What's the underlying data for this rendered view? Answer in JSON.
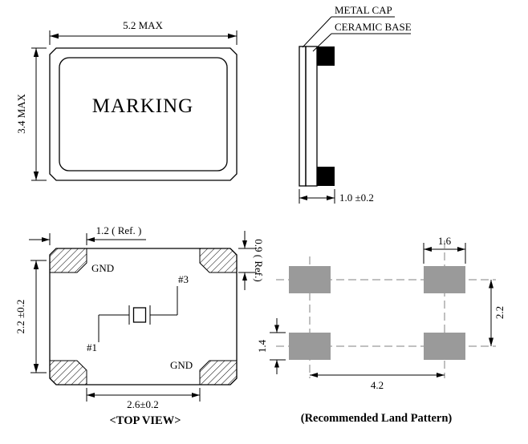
{
  "front_view": {
    "marking": "MARKING",
    "dim_width": "5.2 MAX",
    "dim_height": "3.4 MAX"
  },
  "side_view": {
    "label_metal_cap": "METAL CAP",
    "label_ceramic_base": "CERAMIC BASE",
    "dim_thickness": "1.0 ±0.2"
  },
  "top_view": {
    "caption": "<TOP VIEW>",
    "pad_labels": {
      "top_left": "GND",
      "top_right": "#3",
      "bottom_left": "#1",
      "bottom_right": "GND"
    },
    "dim_pad_length": "1.2 ( Ref. )",
    "dim_pad_width": "0.9 ( Ref.)",
    "dim_vertical": "2.2 ±0.2",
    "dim_horizontal": "2.6±0.2"
  },
  "land_pattern": {
    "caption": "(Recommended Land Pattern)",
    "dim_pad_width": "1.6",
    "dim_row_pitch": "2.2",
    "dim_pad_height": "1.4",
    "dim_col_pitch": "4.2"
  },
  "colors": {
    "land_pad_gray": "#9a9a9a"
  }
}
